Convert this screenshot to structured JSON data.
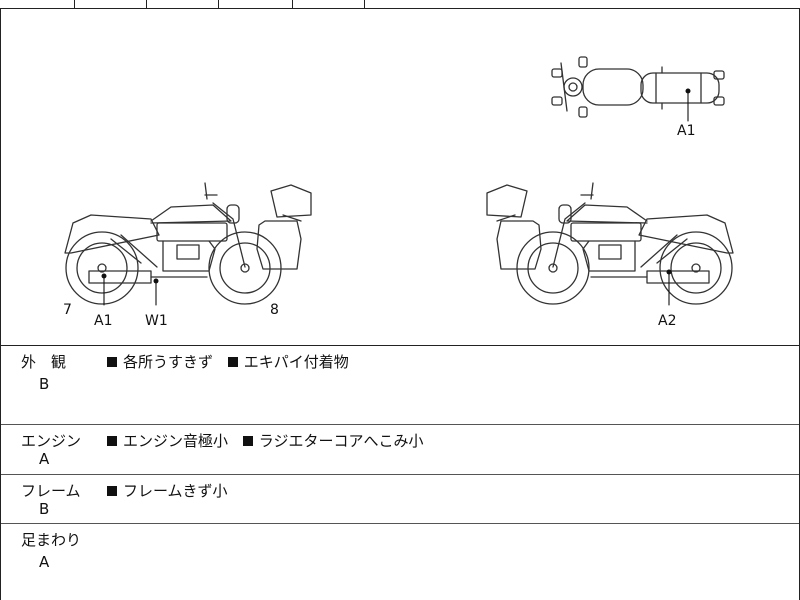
{
  "diagram_labels": {
    "top_a1": "A1",
    "left_7": "7",
    "left_a1": "A1",
    "left_w1": "W1",
    "left_8": "8",
    "right_a2": "A2"
  },
  "sections": [
    {
      "label": "外　観",
      "grade": "B",
      "remarks": [
        "各所うすきず",
        "エキパイ付着物"
      ]
    },
    {
      "label": "エンジン",
      "grade": "A",
      "remarks": [
        "エンジン音極小",
        "ラジエターコアへこみ小"
      ]
    },
    {
      "label": "フレーム",
      "grade": "B",
      "remarks": [
        "フレームきず小"
      ]
    },
    {
      "label": "足まわり",
      "grade": "A",
      "remarks": []
    }
  ],
  "colors": {
    "line": "#222222",
    "text": "#111111",
    "background": "#ffffff"
  }
}
